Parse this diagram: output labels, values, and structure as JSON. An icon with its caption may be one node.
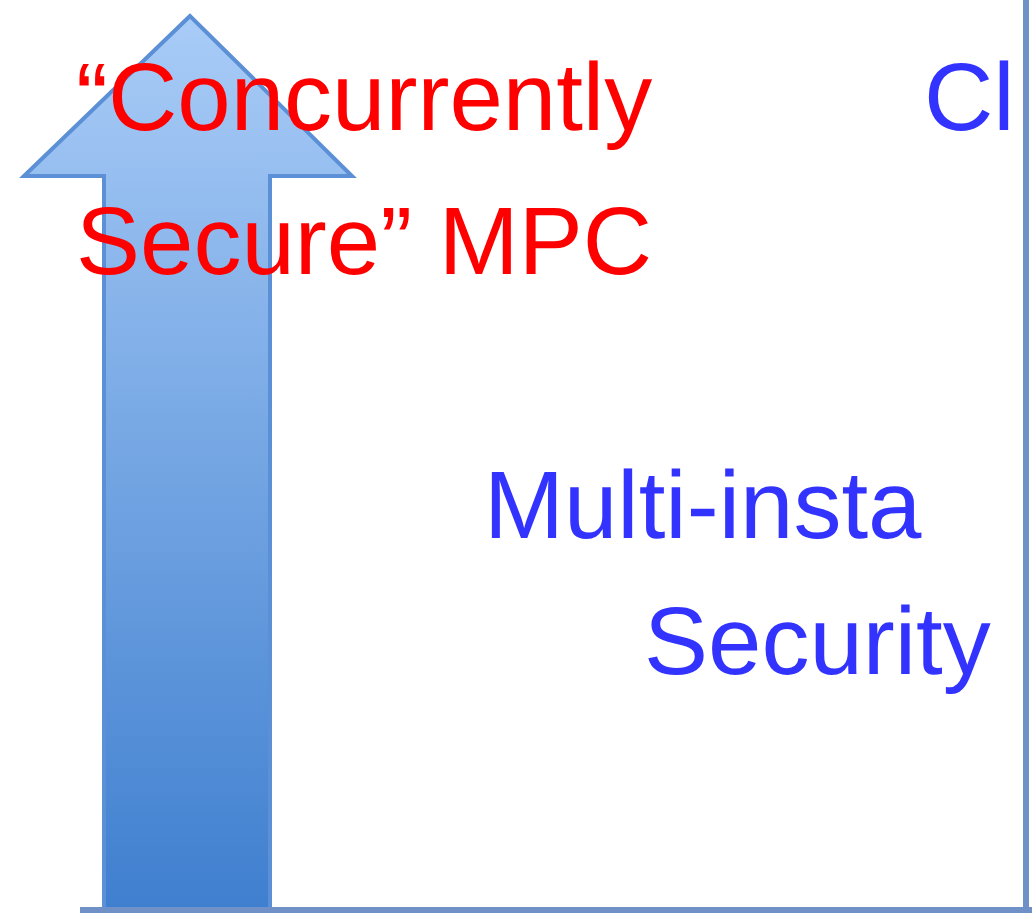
{
  "diagram": {
    "labels": [
      "“Concurrently Secure” MPC",
      "Cl",
      "Multi-insta",
      "Security"
    ]
  }
}
